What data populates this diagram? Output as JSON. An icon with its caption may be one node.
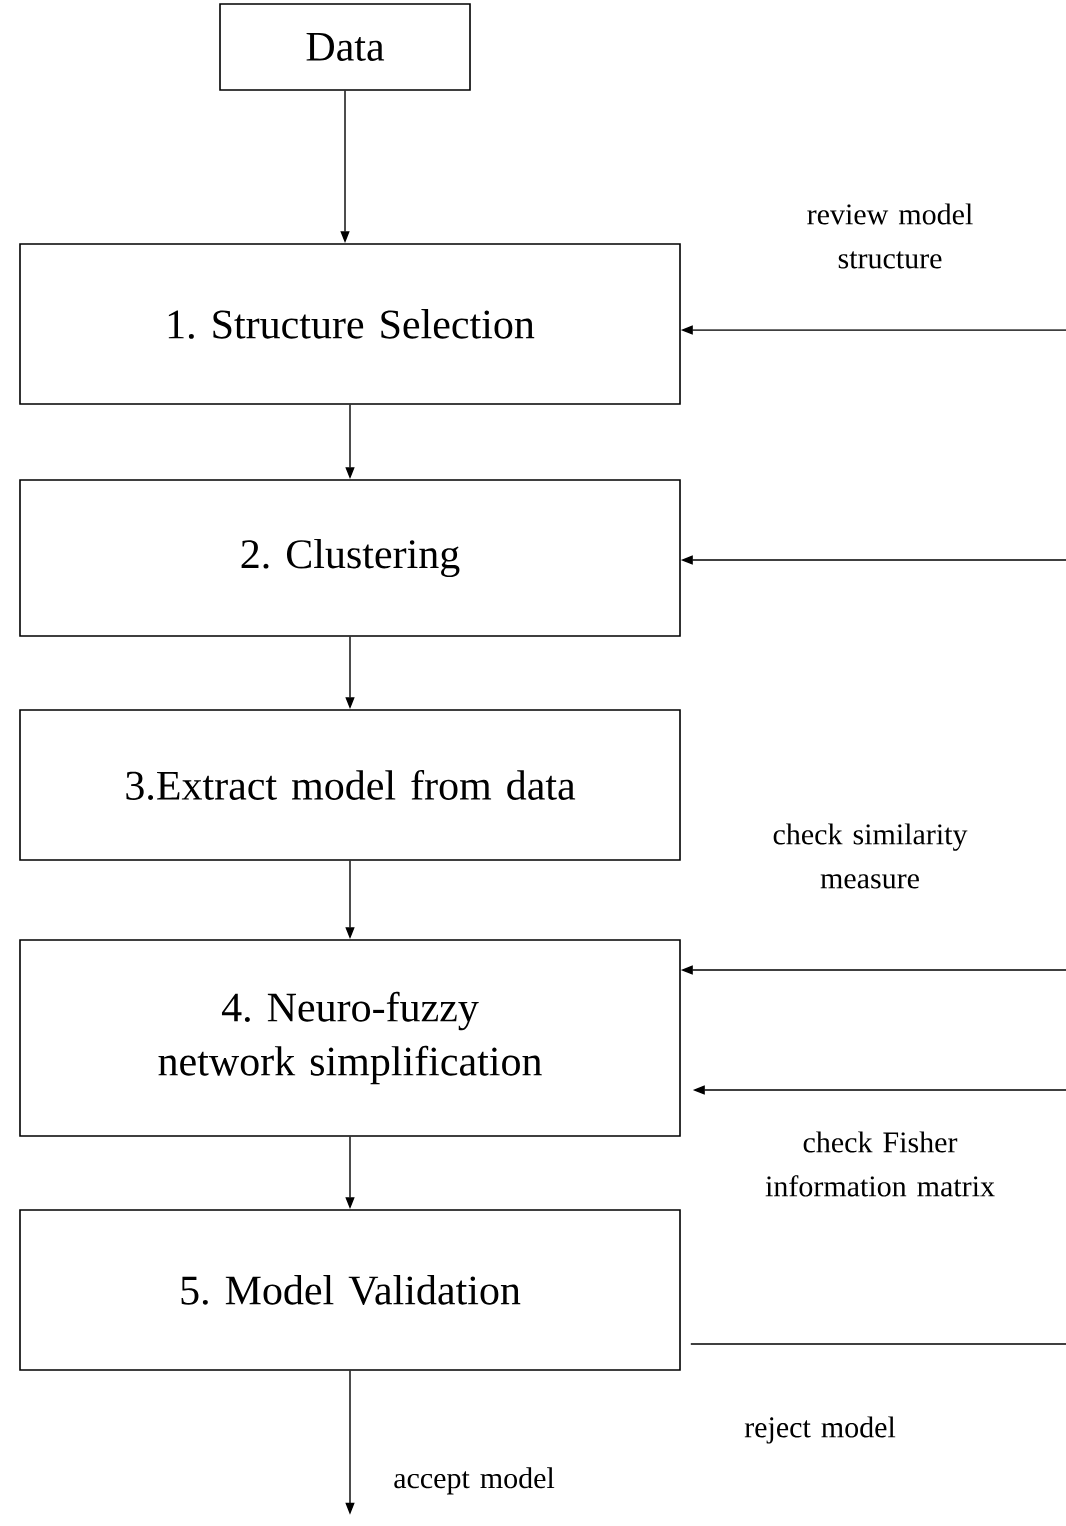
{
  "diagram": {
    "nodes": [
      {
        "text": [
          "Data"
        ]
      },
      {
        "text": [
          "1. Structure Selection"
        ]
      },
      {
        "text": [
          "2. Clustering"
        ]
      },
      {
        "text": [
          "3.Extract model from data"
        ]
      },
      {
        "text": [
          "4. Neuro-fuzzy network simplification"
        ]
      },
      {
        "text": [
          "5. Model Validation"
        ]
      }
    ],
    "edges": [
      {
        "from": 0,
        "to": 1,
        "arrow": "to"
      },
      {
        "from": 1,
        "to": 2,
        "arrow": "to"
      },
      {
        "from": 2,
        "to": 3,
        "arrow": "to"
      },
      {
        "from": 3,
        "to": 4,
        "arrow": "to"
      },
      {
        "from": 4,
        "to": 5,
        "arrow": "to"
      },
      {
        "from": null,
        "to": 1,
        "arrow": "to",
        "label": "review model structure"
      },
      {
        "from": null,
        "to": 2,
        "arrow": "to"
      },
      {
        "from": null,
        "to": 4,
        "arrow": "to",
        "label": "check similarity measure"
      },
      {
        "from": null,
        "to": 4,
        "arrow": "to",
        "label": "check Fisher information matrix"
      },
      {
        "from": 5,
        "to": null,
        "arrow": "none",
        "label": "reject model"
      },
      {
        "from": 5,
        "to": null,
        "arrow": "to",
        "label": "accept model"
      }
    ]
  }
}
